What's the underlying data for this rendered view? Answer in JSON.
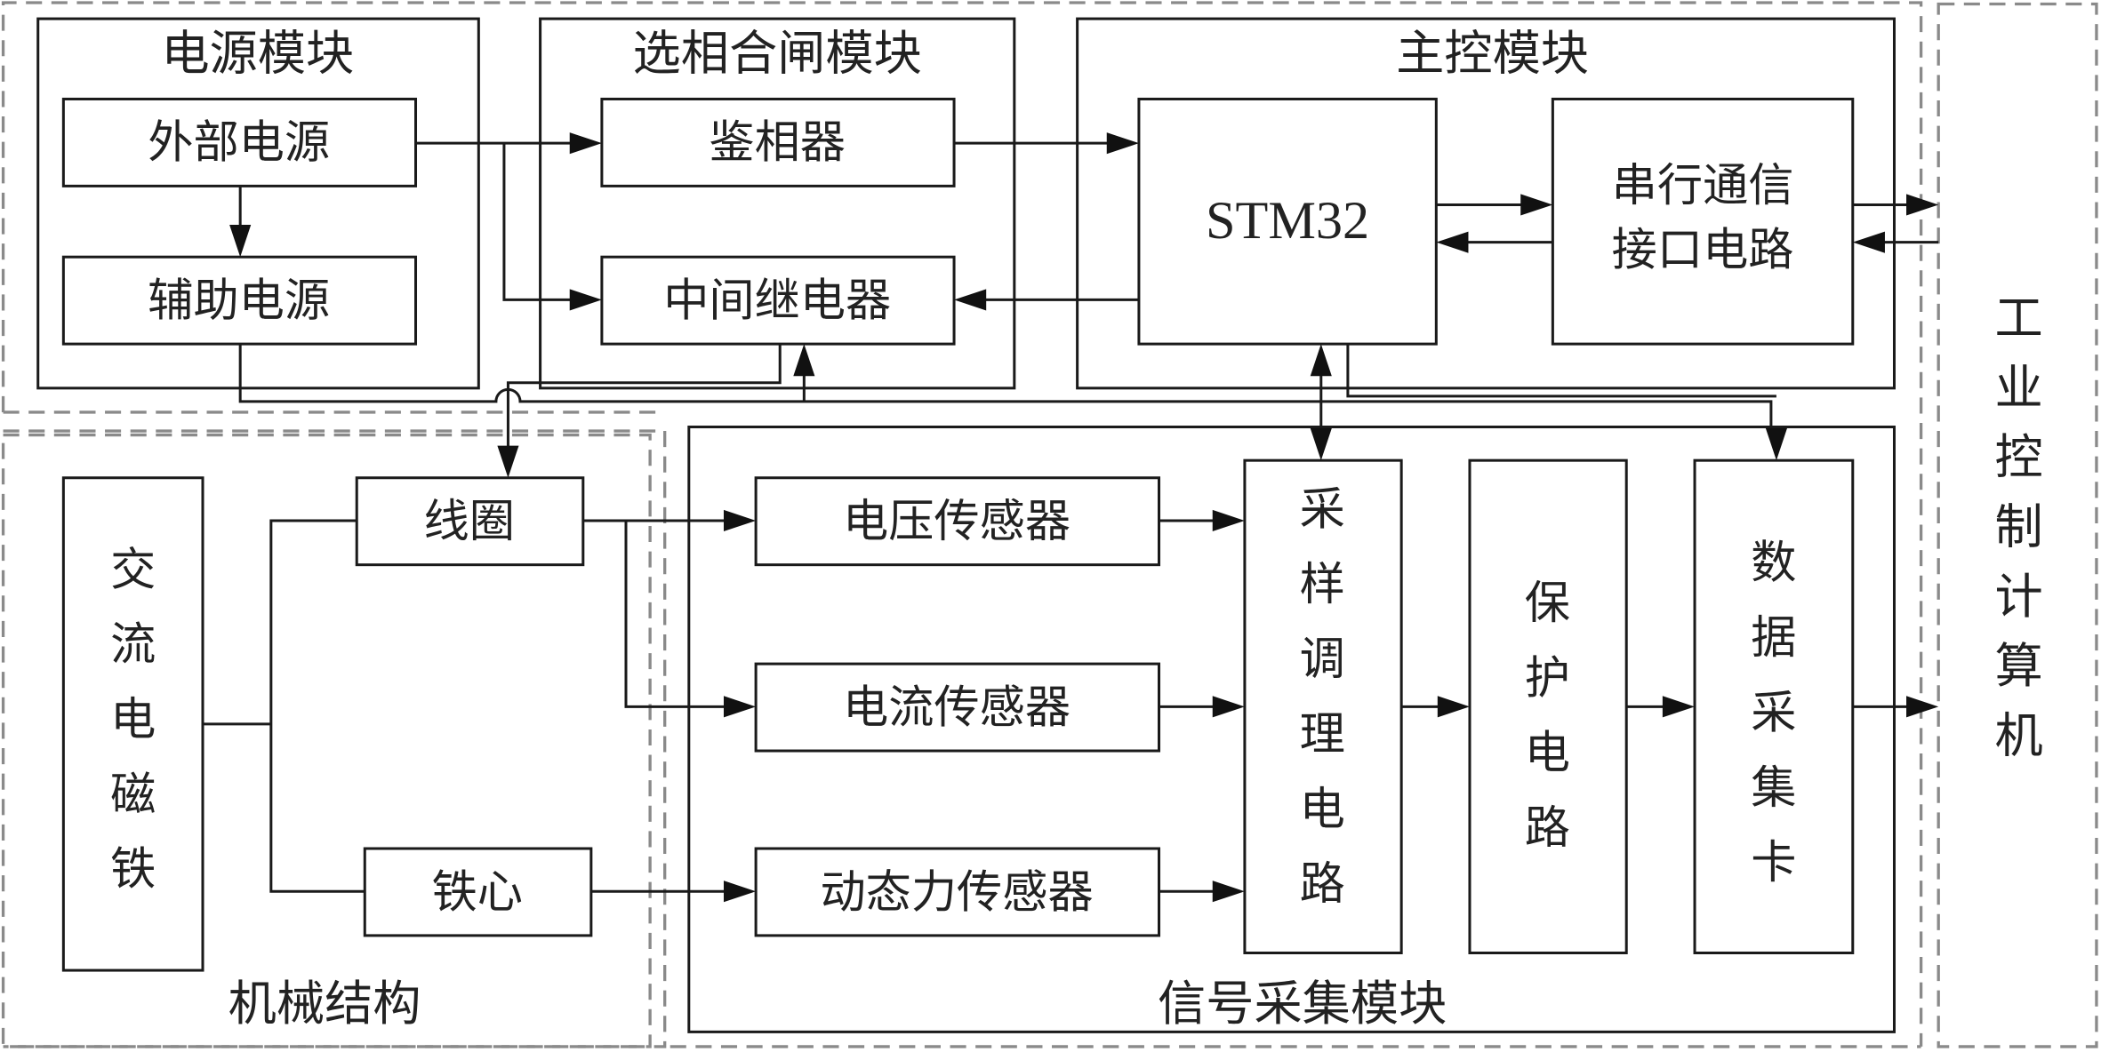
{
  "diagram": {
    "modules": {
      "power": "电源模块",
      "phase_close": "选相合闸模块",
      "main_control": "主控模块",
      "signal_acq": "信号采集模块",
      "mechanical": "机械结构",
      "ipc": [
        "工",
        "业",
        "控",
        "制",
        "计",
        "算",
        "机"
      ]
    },
    "blocks": {
      "external_power": "外部电源",
      "aux_power": "辅助电源",
      "phase_detector": "鉴相器",
      "relay": "中间继电器",
      "mcu": "STM32",
      "serial_line1": "串行通信",
      "serial_line2": "接口电路",
      "voltage_sensor": "电压传感器",
      "current_sensor": "电流传感器",
      "force_sensor": "动态力传感器",
      "conditioning": [
        "采",
        "样",
        "调",
        "理",
        "电",
        "路"
      ],
      "protection": [
        "保",
        "护",
        "电",
        "路"
      ],
      "daq_card": [
        "数",
        "据",
        "采",
        "集",
        "卡"
      ],
      "ac_magnet": [
        "交",
        "流",
        "电",
        "磁",
        "铁"
      ],
      "coil": "线圈",
      "core": "铁心"
    }
  }
}
